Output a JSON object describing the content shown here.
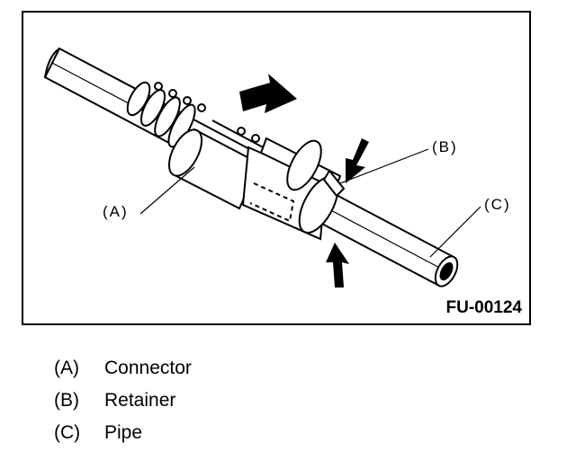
{
  "figure": {
    "code": "FU-00124",
    "callouts": {
      "a": "(A)",
      "b": "(B)",
      "c": "(C)"
    }
  },
  "legend": [
    {
      "key": "(A)",
      "label": "Connector"
    },
    {
      "key": "(B)",
      "label": "Retainer"
    },
    {
      "key": "(C)",
      "label": "Pipe"
    }
  ],
  "icons": [
    "arrow-push-icon",
    "arrow-squeeze-top-icon",
    "arrow-squeeze-bottom-icon"
  ]
}
